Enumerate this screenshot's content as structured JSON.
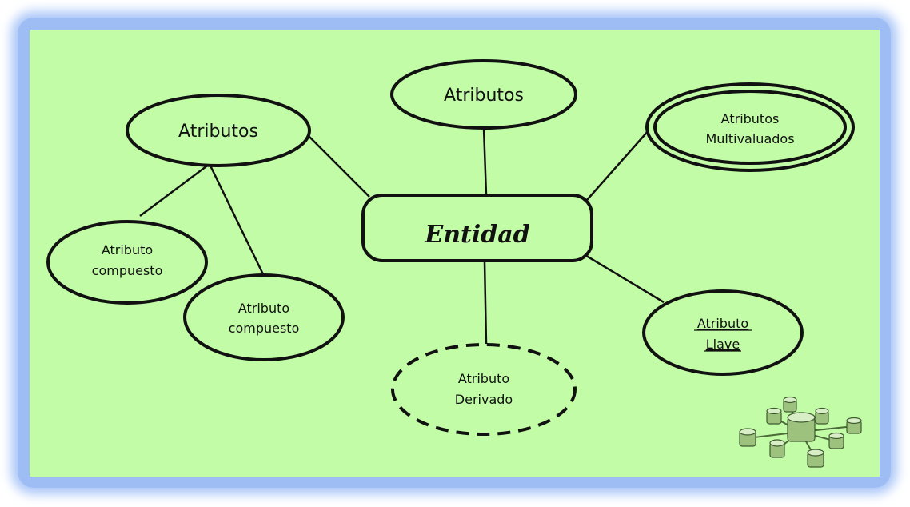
{
  "entity": {
    "label": "Entidad"
  },
  "attributes": {
    "top": "Atributos",
    "left": "Atributos",
    "multivalued": [
      "Atributos",
      "Multivaluados"
    ],
    "composite_1": [
      "Atributo",
      "compuesto"
    ],
    "composite_2": [
      "Atributo",
      "compuesto"
    ],
    "derived": [
      "Atributo",
      "Derivado"
    ],
    "key": [
      "Atributo",
      "Llave"
    ]
  },
  "colors": {
    "background": "#c2fca6",
    "frame": "#9fbdf5",
    "stroke": "#111111"
  },
  "decor": {
    "database_network_icon": "database-network-icon"
  }
}
